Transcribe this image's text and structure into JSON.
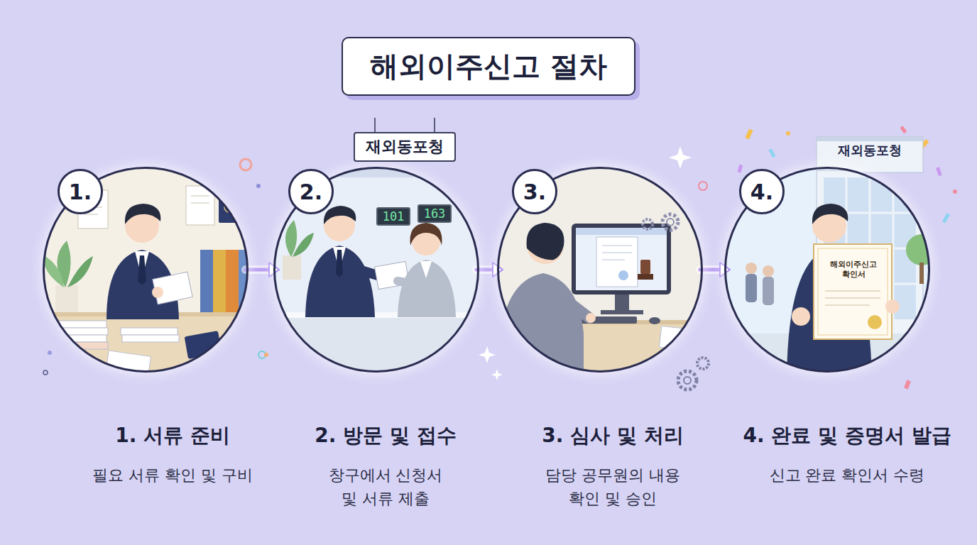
{
  "diagram": {
    "title": "해외이주신고 절차",
    "nodes": [
      {
        "text": [
          "1. 서류 준비",
          "필요 서류 확인 및 구비"
        ]
      },
      {
        "text": [
          "1."
        ],
        "in": 0
      },
      {
        "text": [
          "2. 방문 및 접수",
          "창구에서 신청서 및 서류 제출"
        ]
      },
      {
        "text": [
          "2."
        ],
        "in": 2
      },
      {
        "text": [
          "3. 심사 및 처리",
          "담당 공무원의 내용 확인 및 승인"
        ]
      },
      {
        "text": [
          "3."
        ],
        "in": 4
      },
      {
        "text": [
          "4. 완료 및 증명서 발급",
          "신고 완료 확인서 수령"
        ]
      },
      {
        "text": [
          "4."
        ],
        "in": 6
      }
    ],
    "edges": [
      {
        "from": 0,
        "to": 2,
        "arrow": "to"
      },
      {
        "from": 2,
        "to": 4,
        "arrow": "to"
      },
      {
        "from": 4,
        "to": 6,
        "arrow": "to"
      }
    ],
    "labels": [
      "재외동포청",
      "101",
      "163",
      "재외동포청",
      "해외이주신고 확인서"
    ]
  }
}
